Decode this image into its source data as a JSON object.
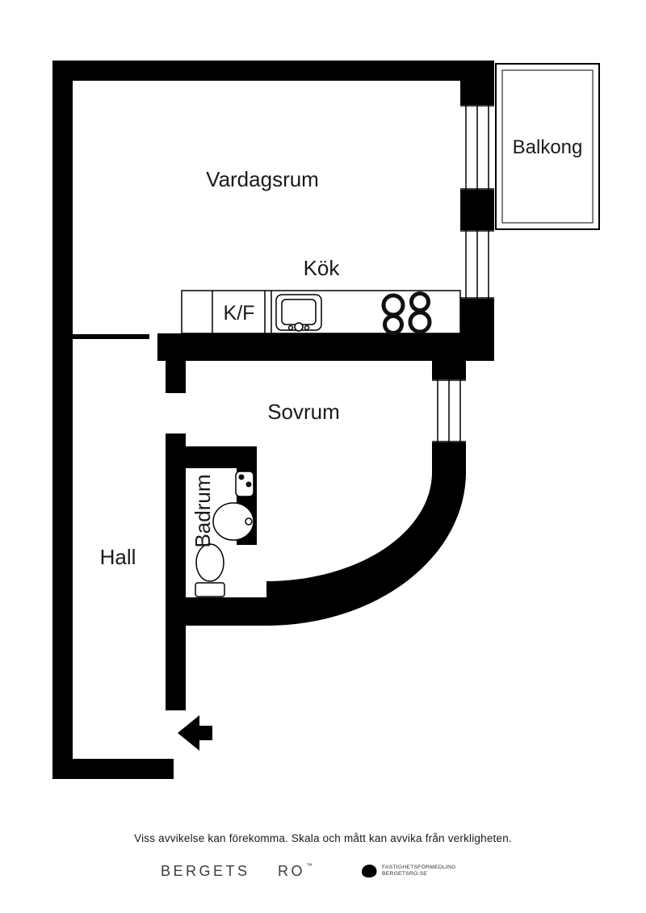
{
  "rooms": {
    "vardagsrum": "Vardagsrum",
    "balkong": "Balkong",
    "kok": "Kök",
    "kf": "K/F",
    "sovrum": "Sovrum",
    "badrum": "Badrum",
    "hall": "Hall"
  },
  "footer": {
    "disclaimer": "Viss avvikelse kan förekomma. Skala och mått kan avvika från verkligheten.",
    "brand_word1": "BERGETS",
    "brand_word2": "RO",
    "trademark": "™",
    "logo_text_line1": "FASTIGHETSFÖRMEDLING",
    "logo_text_line2": "BERGETSRO.SE"
  },
  "colors": {
    "wall": "#000000",
    "background": "#ffffff",
    "label_text": "#1a1a1a"
  }
}
